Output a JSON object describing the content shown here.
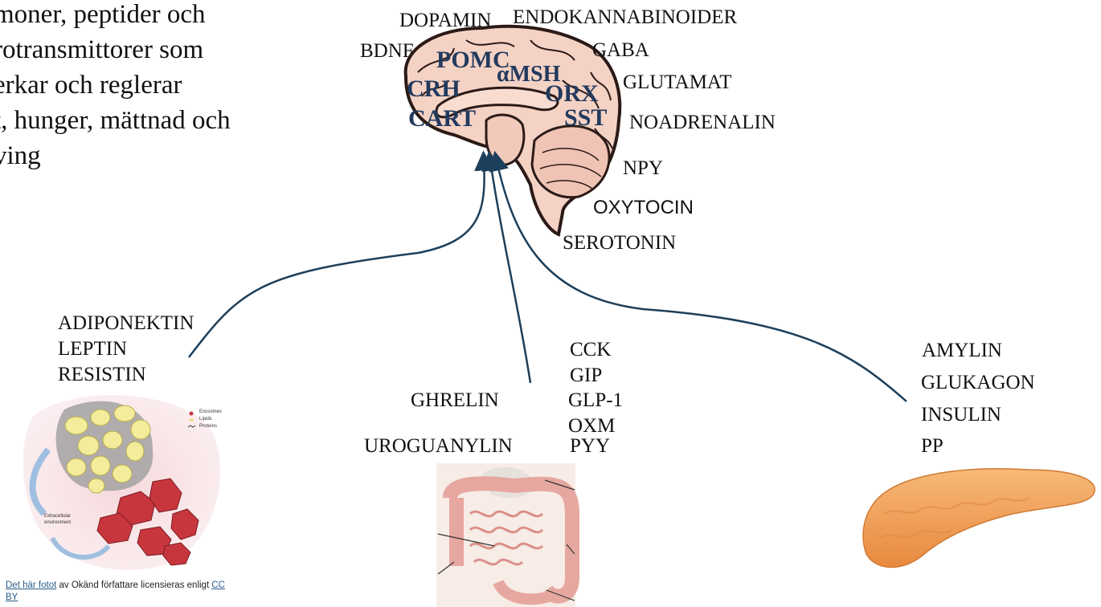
{
  "intro_lines": [
    "moner, peptider och",
    "rotransmittorer som",
    "erkar och reglerar",
    "t, hunger, mättnad och",
    "ving"
  ],
  "brain_right_labels": {
    "dopamin": "DOPAMIN",
    "endokannabinoider": "ENDOKANNABINOIDER",
    "bdnf": "BDNF",
    "gaba": "GABA",
    "glutamat": "GLUTAMAT",
    "noadrenalin": "NOADRENALIN",
    "npy": "NPY",
    "oxytocin": "OXYTOCIN",
    "serotonin": "SEROTONIN"
  },
  "brain_inner_labels": {
    "pomc": "POMC",
    "amsh": "αMSH",
    "crh": "CRH",
    "orx": "ORX",
    "cart": "CART",
    "sst": "SST"
  },
  "fat_labels": [
    "ADIPONEKTIN",
    "LEPTIN",
    "RESISTIN"
  ],
  "gut_left_labels": {
    "ghrelin": "GHRELIN",
    "uroguanylin": "UROGUANYLIN"
  },
  "gut_right_labels": [
    "CCK",
    "GIP",
    "GLP-1",
    "OXM",
    "PYY"
  ],
  "pancreas_labels": [
    "AMYLIN",
    "GLUKAGON",
    "INSULIN",
    "PP"
  ],
  "fat_legend": [
    "Exosomes",
    "Lipids",
    "Proteins"
  ],
  "fat_env_text": [
    "Extracellular",
    "environment"
  ],
  "credit": {
    "link1": "Det här fotot",
    "middle": " av Okänd författare licensieras enligt ",
    "link2_line1": "CC",
    "link2_line2": "BY"
  },
  "colors": {
    "brain_fill": "#f4d2c4",
    "brain_outline": "#2b1a17",
    "brain_label": "#223a5e",
    "arrow": "#1c3f5b",
    "pancreas": "#f2a25c",
    "fat_cell": "#f3ec9a",
    "muscle": "#c8363d"
  }
}
